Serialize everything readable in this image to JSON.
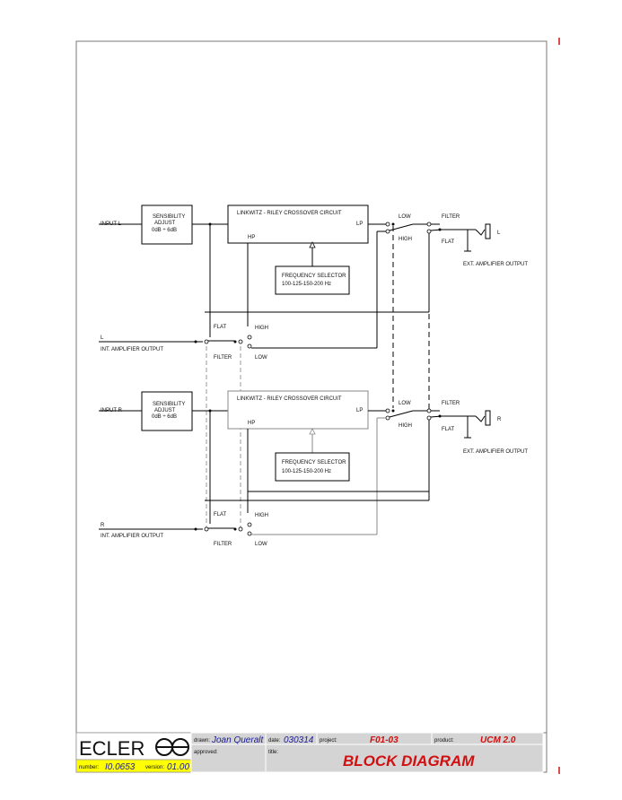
{
  "channel_l": {
    "input": "INPUT L",
    "sens_title": "SENSIBILITY",
    "sens_adjust": "ADJUST",
    "sens_range": "0dB ÷ 6dB",
    "crossover": "LINKWITZ - RILEY CROSSOVER CIRCUIT",
    "lp": "LP",
    "hp": "HP",
    "freq_title": "FREQUENCY SELECTOR",
    "freq_values": "100-125-150-200 Hz",
    "low": "LOW",
    "high": "HIGH",
    "filter": "FILTER",
    "flat": "FLAT",
    "jack": "L",
    "ext_out": "EXT. AMPLIFIER OUTPUT",
    "int_label": "L",
    "int_out": "INT. AMPLIFIER OUTPUT",
    "sw_flat": "FLAT",
    "sw_high": "HIGH",
    "sw_filter": "FILTER",
    "sw_low": "LOW"
  },
  "channel_r": {
    "input": "INPUT R",
    "sens_title": "SENSIBILITY",
    "sens_adjust": "ADJUST",
    "sens_range": "0dB ÷ 6dB",
    "crossover": "LINKWITZ - RILEY CROSSOVER CIRCUIT",
    "lp": "LP",
    "hp": "HP",
    "freq_title": "FREQUENCY SELECTOR",
    "freq_values": "100-125-150-200 Hz",
    "low": "LOW",
    "high": "HIGH",
    "filter": "FILTER",
    "flat": "FLAT",
    "jack": "R",
    "ext_out": "EXT. AMPLIFIER OUTPUT",
    "int_label": "R",
    "int_out": "INT. AMPLIFIER OUTPUT",
    "sw_flat": "FLAT",
    "sw_high": "HIGH",
    "sw_filter": "FILTER",
    "sw_low": "LOW"
  },
  "title_block": {
    "logo": "ECLER",
    "drawn_label": "drawn:",
    "drawn_value": "Joan Queralt",
    "date_label": "date:",
    "date_value": "030314",
    "project_label": "project:",
    "project_value": "F01-03",
    "product_label": "product:",
    "product_value": "UCM 2.0",
    "approved_label": "approved:",
    "title_label": "title:",
    "title_value": "BLOCK DIAGRAM",
    "number_label": "number:",
    "number_value": "I0.0653",
    "version_label": "version:",
    "version_value": "01.00"
  },
  "colors": {
    "title_red": "#d01010",
    "handwriting_blue": "#1a1a9a",
    "highlight_yellow": "#ffff00",
    "cell_gray": "#d4d4d4"
  }
}
